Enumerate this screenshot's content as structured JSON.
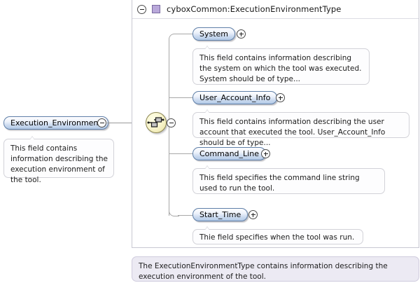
{
  "panel": {
    "header": {
      "collapse_icon": "minus-circle-icon",
      "swatch_icon": "complex-type-swatch",
      "title": "cyboxCommon:ExecutionEnvironmentType"
    },
    "compositor": {
      "kind": "sequence-compositor-icon",
      "collapse_icon": "minus-circle-icon"
    },
    "footer_note": "The ExecutionEnvironmentType contains information describing the execution environment of the tool."
  },
  "root": {
    "name": "Execution_Environment",
    "expand_icon": "minus-circle-icon",
    "annotation": "This field contains information describing the execution environment of the tool."
  },
  "elements": [
    {
      "name": "System",
      "expand_icon": "plus-circle-icon",
      "annotation": "This field contains information describing the system on which the tool was executed. System should be of type..."
    },
    {
      "name": "User_Account_Info",
      "expand_icon": "plus-circle-icon",
      "annotation": "This field contains information describing the user account that executed the tool. User_Account_Info should be of type..."
    },
    {
      "name": "Command_Line",
      "expand_icon": "plus-circle-icon",
      "annotation": "This field specifies the command line string used to run the tool."
    },
    {
      "name": "Start_Time",
      "expand_icon": "plus-circle-icon",
      "annotation": "Thie field specifies when the tool was run."
    }
  ],
  "colors": {
    "node_border": "#5f7fa8",
    "node_fill": "#c9d9ef",
    "type_swatch": "#b9a8da",
    "compositor_fill": "#f2ecc0",
    "panel_border": "#c8c8d2",
    "connector": "#9a9a9a"
  }
}
